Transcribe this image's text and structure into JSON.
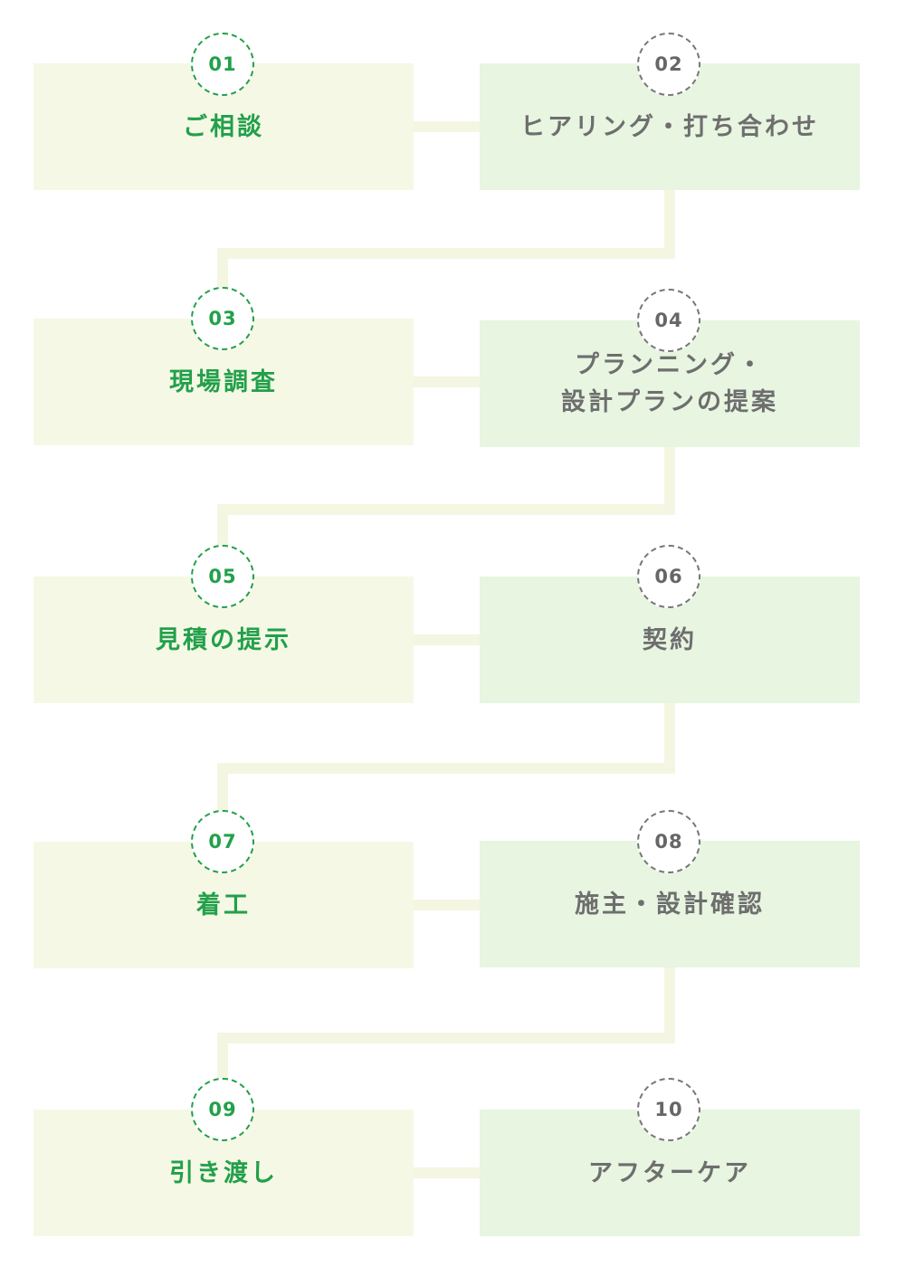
{
  "flow": {
    "colors": {
      "green_accent": "#22a04a",
      "gray_text": "#6e6e6e",
      "left_box_bg": "#f6f8e6",
      "right_box_bg": "#e7f5e1",
      "connector": "#f4f6e2"
    },
    "steps": [
      {
        "number": "01",
        "label": "ご相談"
      },
      {
        "number": "02",
        "label": "ヒアリング・打ち合わせ"
      },
      {
        "number": "03",
        "label": "現場調査"
      },
      {
        "number": "04",
        "label": "プランニング・\n設計プランの提案"
      },
      {
        "number": "05",
        "label": "見積の提示"
      },
      {
        "number": "06",
        "label": "契約"
      },
      {
        "number": "07",
        "label": "着工"
      },
      {
        "number": "08",
        "label": "施主・設計確認"
      },
      {
        "number": "09",
        "label": "引き渡し"
      },
      {
        "number": "10",
        "label": "アフターケア"
      }
    ]
  }
}
